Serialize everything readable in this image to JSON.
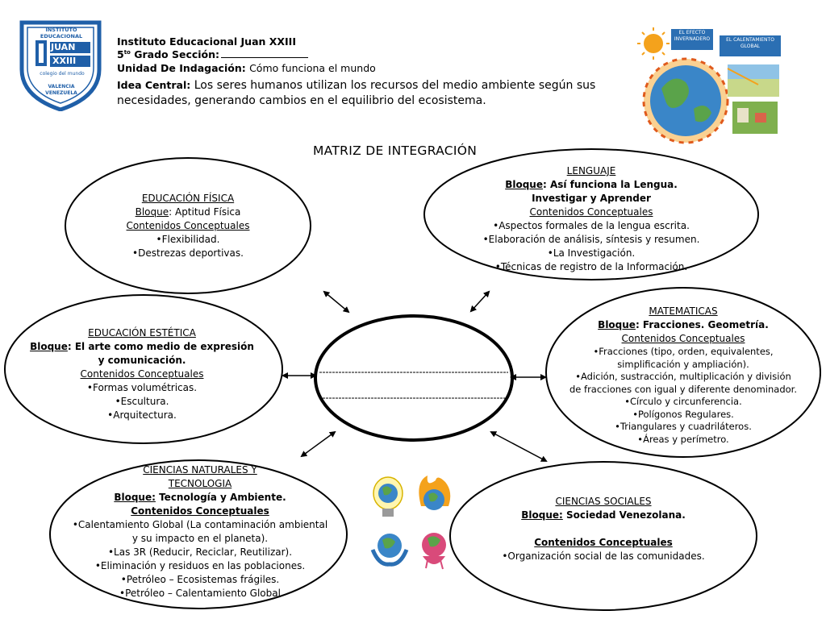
{
  "school": {
    "name": "Instituto Educacional Juan XXIII",
    "grade_label": "5",
    "grade_sup": "to",
    "grade_rest": " Grado Sección:",
    "unit_label": "Unidad De Indagación:",
    "unit_value": "Cómo funciona el mundo",
    "idea_label": "Idea Central:",
    "idea_value": "Los seres humanos utilizan los recursos del medio ambiente según sus necesidades, generando cambios en el equilibrio del ecosistema."
  },
  "logo": {
    "top_text": "INSTITUTO EDUCACIONAL",
    "roman": "XXIII",
    "juan": "JUAN",
    "motto": "colegio del mundo",
    "bottom_text": "VALENCIA VENEZUELA"
  },
  "top_image": {
    "label_1": "EL EFECTO INVERNADERO",
    "label_2": "EL CALENTAMIENTO GLOBAL"
  },
  "matrix_title": "MATRIZ DE INTEGRACIÓN",
  "fisica": {
    "heading": "EDUCACIÓN FÍSICA",
    "bloque_label": "Bloque",
    "bloque_value": ": Aptitud Física",
    "contenidos": "Contenidos Conceptuales",
    "items": [
      "•Flexibilidad.",
      "•Destrezas deportivas."
    ]
  },
  "lenguaje": {
    "heading": "LENGUAJE",
    "bloque_label": "Bloque",
    "bloque_value": ": Así funciona la Lengua.",
    "bloque_line2": "Investigar y Aprender",
    "contenidos": "Contenidos Conceptuales",
    "items": [
      "•Aspectos formales de la lengua escrita.",
      "•Elaboración de análisis, síntesis y resumen.",
      "•La Investigación.",
      "•Técnicas de registro de la Información."
    ]
  },
  "estetica": {
    "heading": "EDUCACIÓN ESTÉTICA",
    "bloque_label": "Bloque",
    "bloque_value": ": El arte como medio de expresión",
    "bloque_line2": "y comunicación.",
    "contenidos": "Contenidos Conceptuales",
    "items": [
      "•Formas volumétricas.",
      "•Escultura.",
      "•Arquitectura."
    ]
  },
  "matematicas": {
    "heading": "MATEMATICAS",
    "bloque_label": "Bloque",
    "bloque_value": ": Fracciones. Geometría.",
    "contenidos": "Contenidos Conceptuales",
    "items": [
      "•Fracciones (tipo, orden, equivalentes,",
      "simplificación y ampliación).",
      "•Adición, sustracción, multiplicación y división",
      "de fracciones con igual y diferente denominador.",
      "•Círculo y circunferencia.",
      "•Polígonos Regulares.",
      "•Triangulares y cuadriláteros.",
      "•Áreas y perímetro."
    ]
  },
  "naturales": {
    "heading_1": "CIENCIAS NATURALES Y",
    "heading_2": "TECNOLOGIA",
    "bloque_label": "Bloque:",
    "bloque_value": " Tecnología y Ambiente.",
    "contenidos": "Contenidos Conceptuales",
    "items": [
      "•Calentamiento Global (La contaminación ambiental",
      "y su impacto en el planeta).",
      "•Las 3R (Reducir, Reciclar, Reutilizar).",
      "•Eliminación y residuos en las poblaciones.",
      "•Petróleo – Ecosistemas frágiles.",
      "•Petróleo – Calentamiento Global"
    ]
  },
  "sociales": {
    "heading": "CIENCIAS SOCIALES",
    "bloque_label": "Bloque:",
    "bloque_value": " Sociedad Venezolana.",
    "contenidos": "Contenidos Conceptuales",
    "items": [
      "•Organización social de las comunidades."
    ]
  },
  "colors": {
    "logo_blue": "#1f5fa8",
    "sun_orange": "#f4a21c",
    "earth_blue": "#3a86c8",
    "earth_green": "#5aa34a"
  }
}
